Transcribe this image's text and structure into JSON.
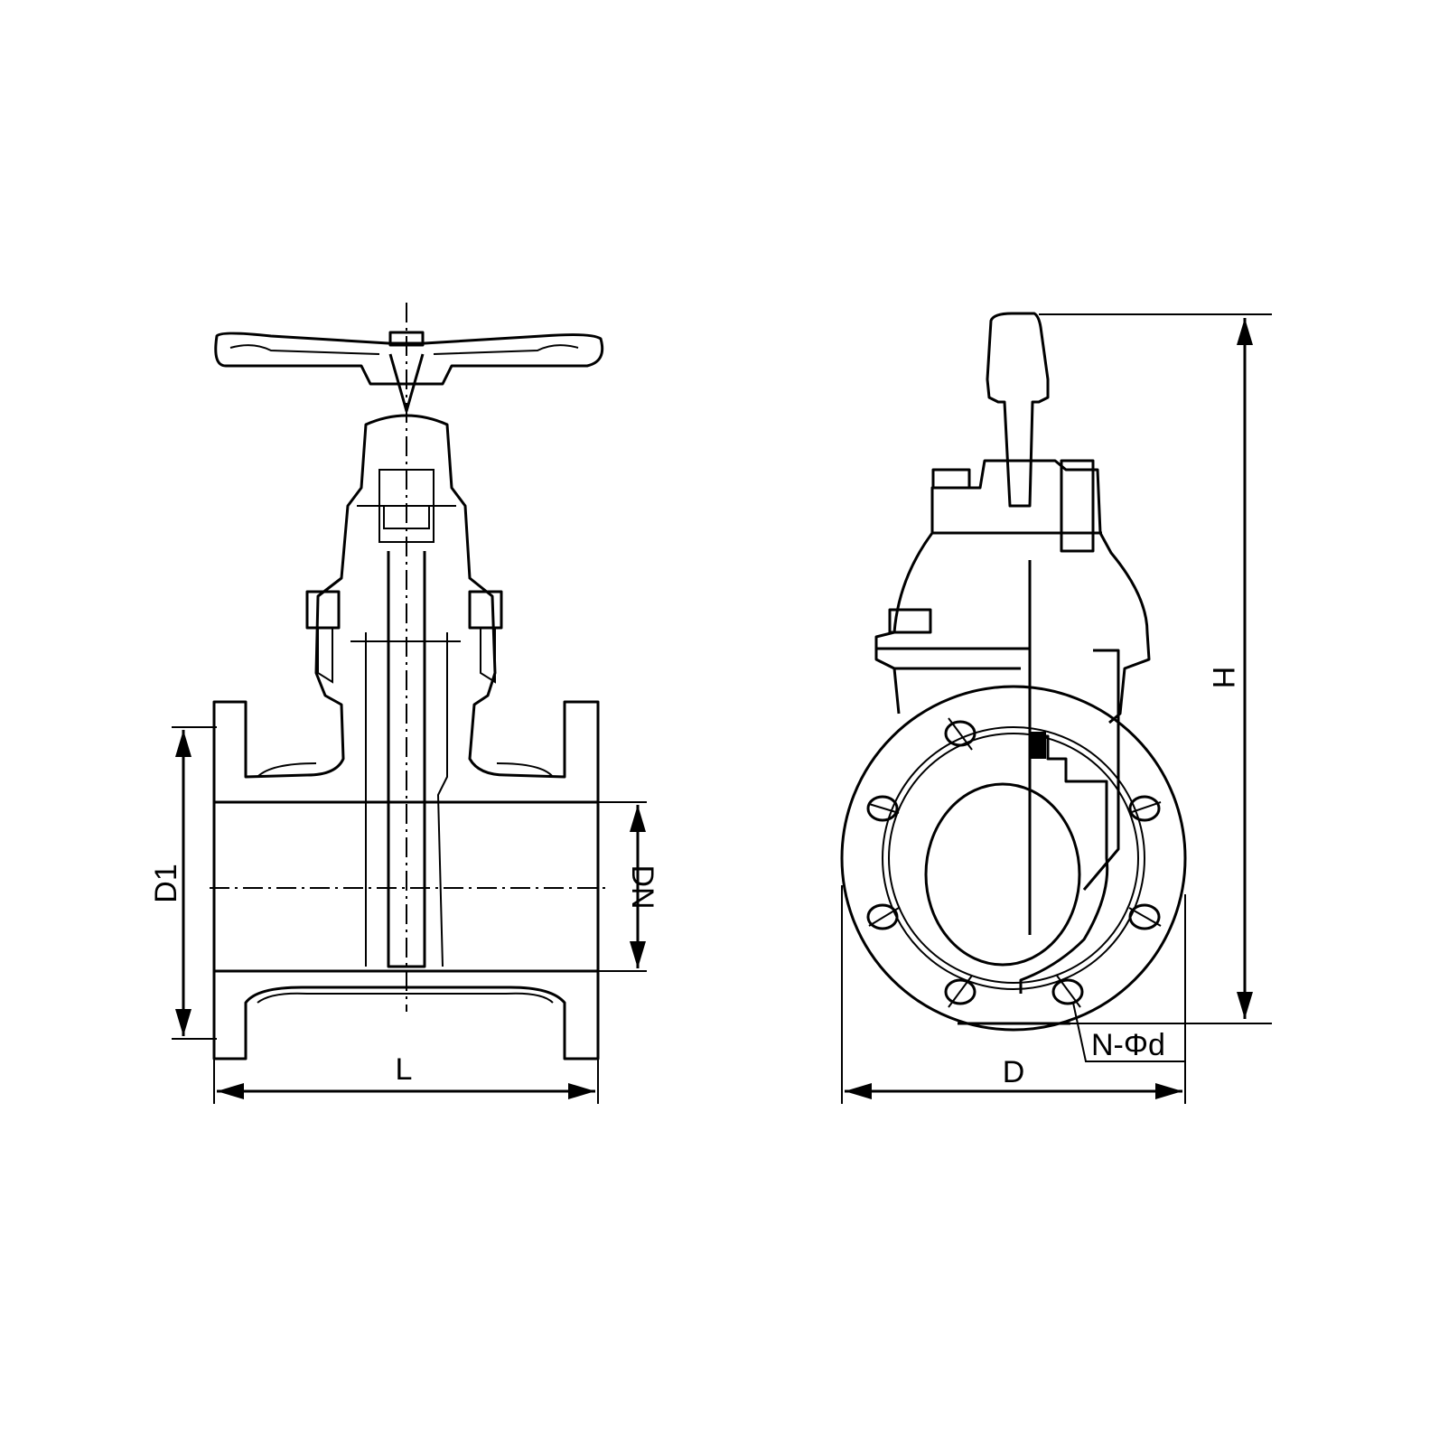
{
  "title": "Gate valve dimension drawing",
  "labels": {
    "d1": "D1",
    "dn": "DN",
    "l": "L",
    "h": "H",
    "d": "D",
    "bolt_holes": "N-Φd"
  },
  "colors": {
    "line": "#000000",
    "background": "#ffffff"
  }
}
